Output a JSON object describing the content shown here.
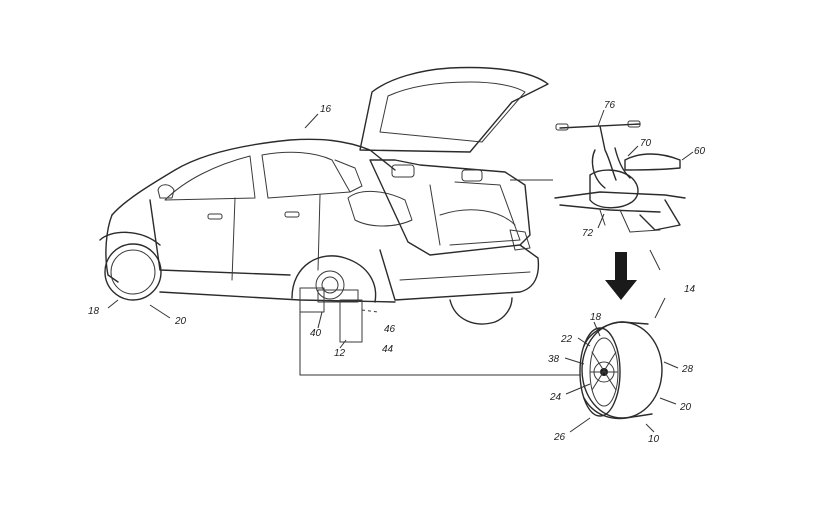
{
  "labels": {
    "r16": "16",
    "r76": "76",
    "r70": "70",
    "r60": "60",
    "r72": "72",
    "r14": "14",
    "r18_left": "18",
    "r20_left": "20",
    "r40": "40",
    "r46": "46",
    "r12": "12",
    "r44": "44",
    "r18_wheel": "18",
    "r22": "22",
    "r38": "38",
    "r24": "24",
    "r28": "28",
    "r20_wheel": "20",
    "r26": "26",
    "r10": "10"
  }
}
